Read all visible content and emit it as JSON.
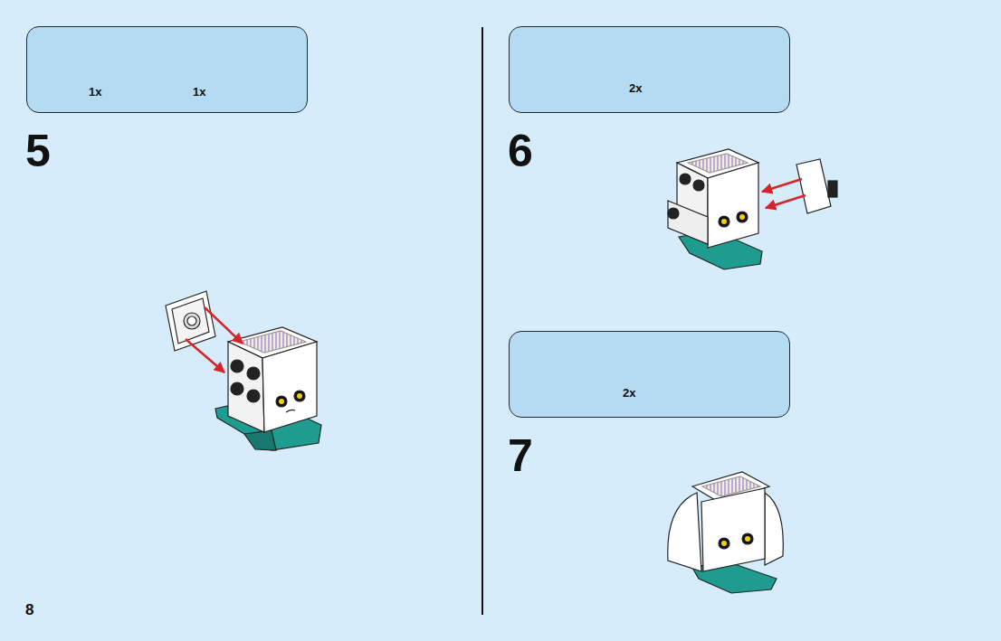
{
  "diagram": {
    "nodes": [
      {
        "text": [
          "1x",
          "1x"
        ]
      },
      {
        "text": [
          "2x"
        ]
      },
      {
        "text": [
          "2x"
        ]
      }
    ],
    "labels": [
      "5",
      "6",
      "7",
      "8"
    ]
  }
}
